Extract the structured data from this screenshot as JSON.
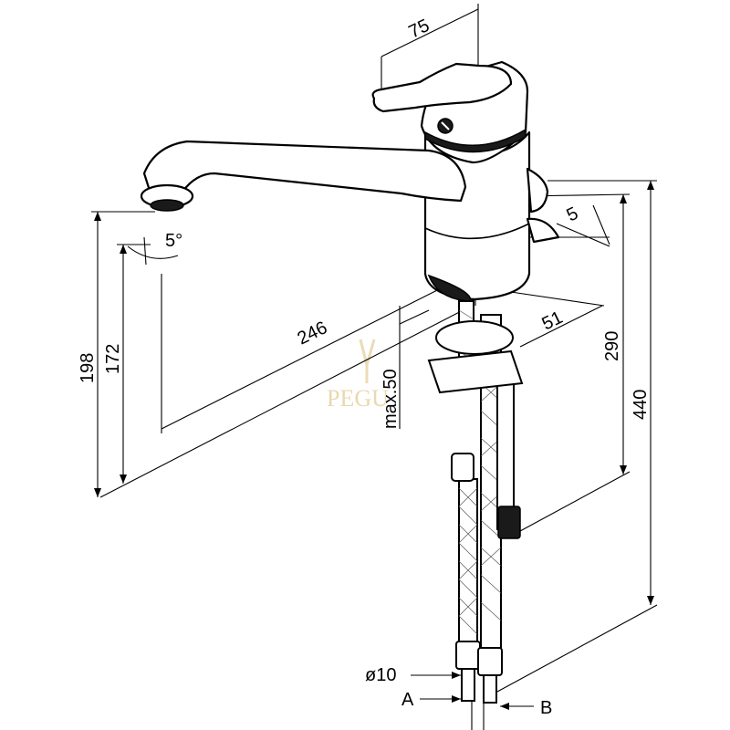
{
  "dimensions": {
    "handle_width": "75",
    "spout_angle": "5°",
    "base_offset": "5",
    "base_diameter": "51",
    "spout_reach": "246",
    "height_outer": "198",
    "height_inner": "172",
    "max_thickness": "max.50",
    "body_height": "290",
    "total_height": "440",
    "hose_diameter": "ø10"
  },
  "labels": {
    "hose_a": "A",
    "hose_b": "B"
  },
  "watermark": {
    "text": "PEGU"
  },
  "colors": {
    "line": "#000000",
    "background": "#ffffff",
    "watermark": "#e9d9b0"
  }
}
